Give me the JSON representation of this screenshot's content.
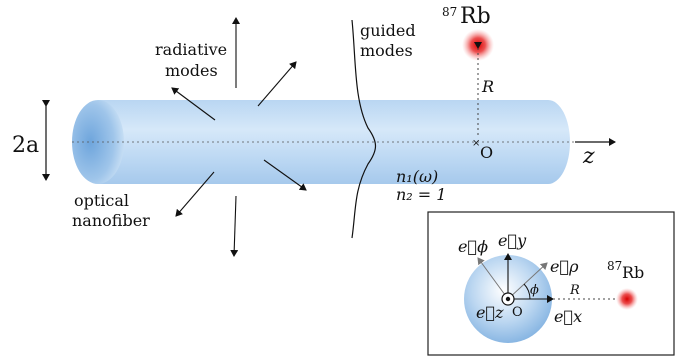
{
  "labels": {
    "radiative_line1": "radiative",
    "radiative_line2": "modes",
    "guided_line1": "guided",
    "guided_line2": "modes",
    "optical_line1": "optical",
    "optical_line2": "nanofiber",
    "two_a": "2a",
    "z_axis": "z",
    "rb_mass": "87",
    "rb_symbol": "Rb",
    "distance_R": "R",
    "origin": "O",
    "n1": "n₁(ω)",
    "n2": "n₂ = 1"
  },
  "inset": {
    "e_y": "e⃗y",
    "e_phi": "e⃗ϕ",
    "e_rho": "e⃗ρ",
    "e_x": "e⃗x",
    "e_z": "e⃗z",
    "phi": "ϕ",
    "distance_R": "R",
    "origin": "O",
    "rb_mass": "87",
    "rb_symbol": "Rb"
  },
  "colors": {
    "fiber_light": "#cfe3f7",
    "fiber_mid": "#a9cdef",
    "fiber_end": "#7fb2e2",
    "atom_red": "#e01818",
    "line": "#111111",
    "dotted": "#444444",
    "inset_border": "#222222"
  }
}
